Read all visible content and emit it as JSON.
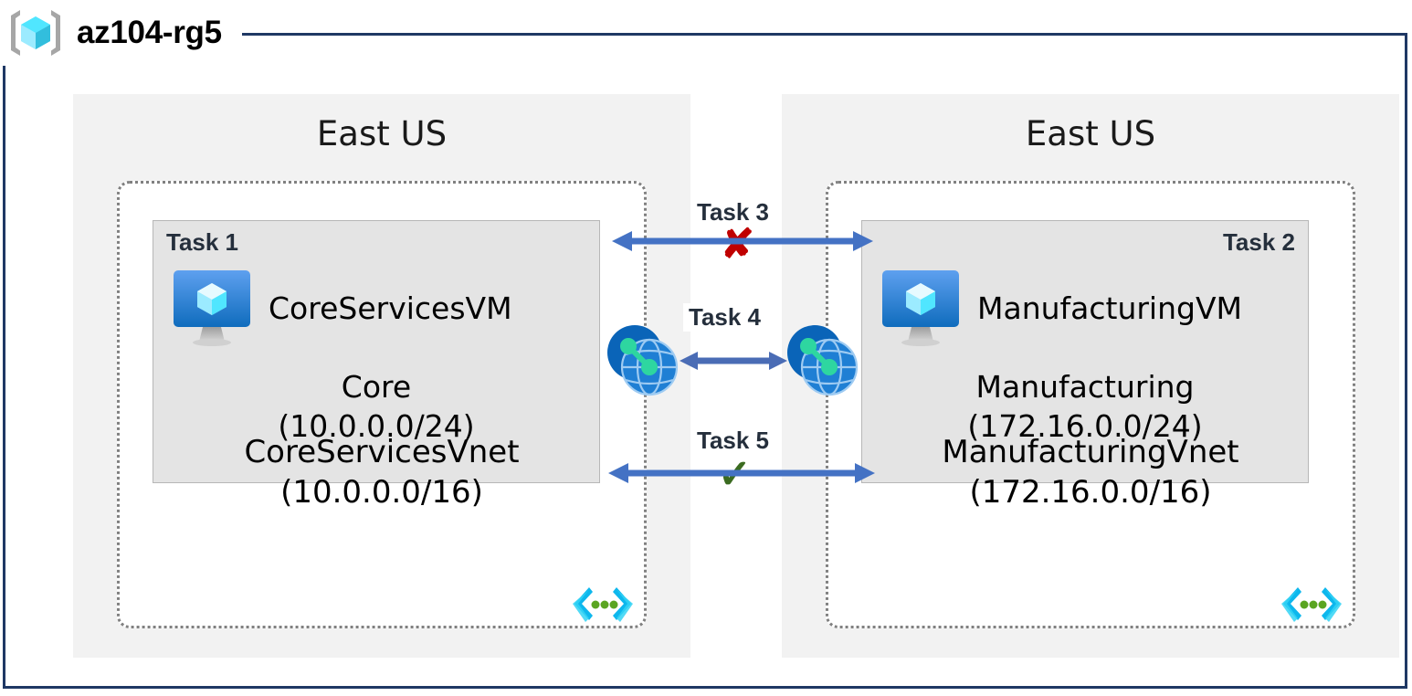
{
  "resource_group": {
    "name": "az104-rg5",
    "icon": "resource-group-cube-icon"
  },
  "regions": [
    {
      "id": "left",
      "label": "East US"
    },
    {
      "id": "right",
      "label": "East US"
    }
  ],
  "vnets": [
    {
      "id": "core",
      "name": "CoreServicesVnet",
      "cidr": "(10.0.0.0/16)",
      "icon": "vnet-brackets-icon",
      "subnet": {
        "task": "Task 1",
        "task_align": "left",
        "name": "Core",
        "cidr": "(10.0.0.0/24)",
        "vm": {
          "name": "CoreServicesVM",
          "icon": "virtual-machine-icon"
        }
      }
    },
    {
      "id": "manufacturing",
      "name": "ManufacturingVnet",
      "cidr": "(172.16.0.0/16)",
      "icon": "vnet-brackets-icon",
      "subnet": {
        "task": "Task 2",
        "task_align": "right",
        "name": "Manufacturing",
        "cidr": "(172.16.0.0/24)",
        "vm": {
          "name": "ManufacturingVM",
          "icon": "virtual-machine-icon"
        }
      }
    }
  ],
  "connectors": [
    {
      "id": "task3",
      "label": "Task 3",
      "marker": "✘",
      "marker_type": "fail",
      "description": "blocked connectivity"
    },
    {
      "id": "task4",
      "label": "Task 4",
      "marker": "",
      "marker_type": "none",
      "description": "vnet peering"
    },
    {
      "id": "task5",
      "label": "Task 5",
      "marker": "✓",
      "marker_type": "success",
      "description": "allowed connectivity"
    }
  ],
  "peering_icons": [
    {
      "id": "peer-left",
      "name": "vnet-peering-icon"
    },
    {
      "id": "peer-right",
      "name": "vnet-peering-icon"
    }
  ],
  "colors": {
    "frame_border": "#1f3864",
    "region_bg": "#f2f2f2",
    "vnet_border": "#808080",
    "subnet_bg": "#e4e4e4",
    "arrow_blue": "#4472c4",
    "fail_red": "#c00000",
    "success_green": "#3b6b20",
    "azure_blue": "#0078d4",
    "cube_cyan": "#50e6ff",
    "peering_green": "#2ed6a0"
  }
}
